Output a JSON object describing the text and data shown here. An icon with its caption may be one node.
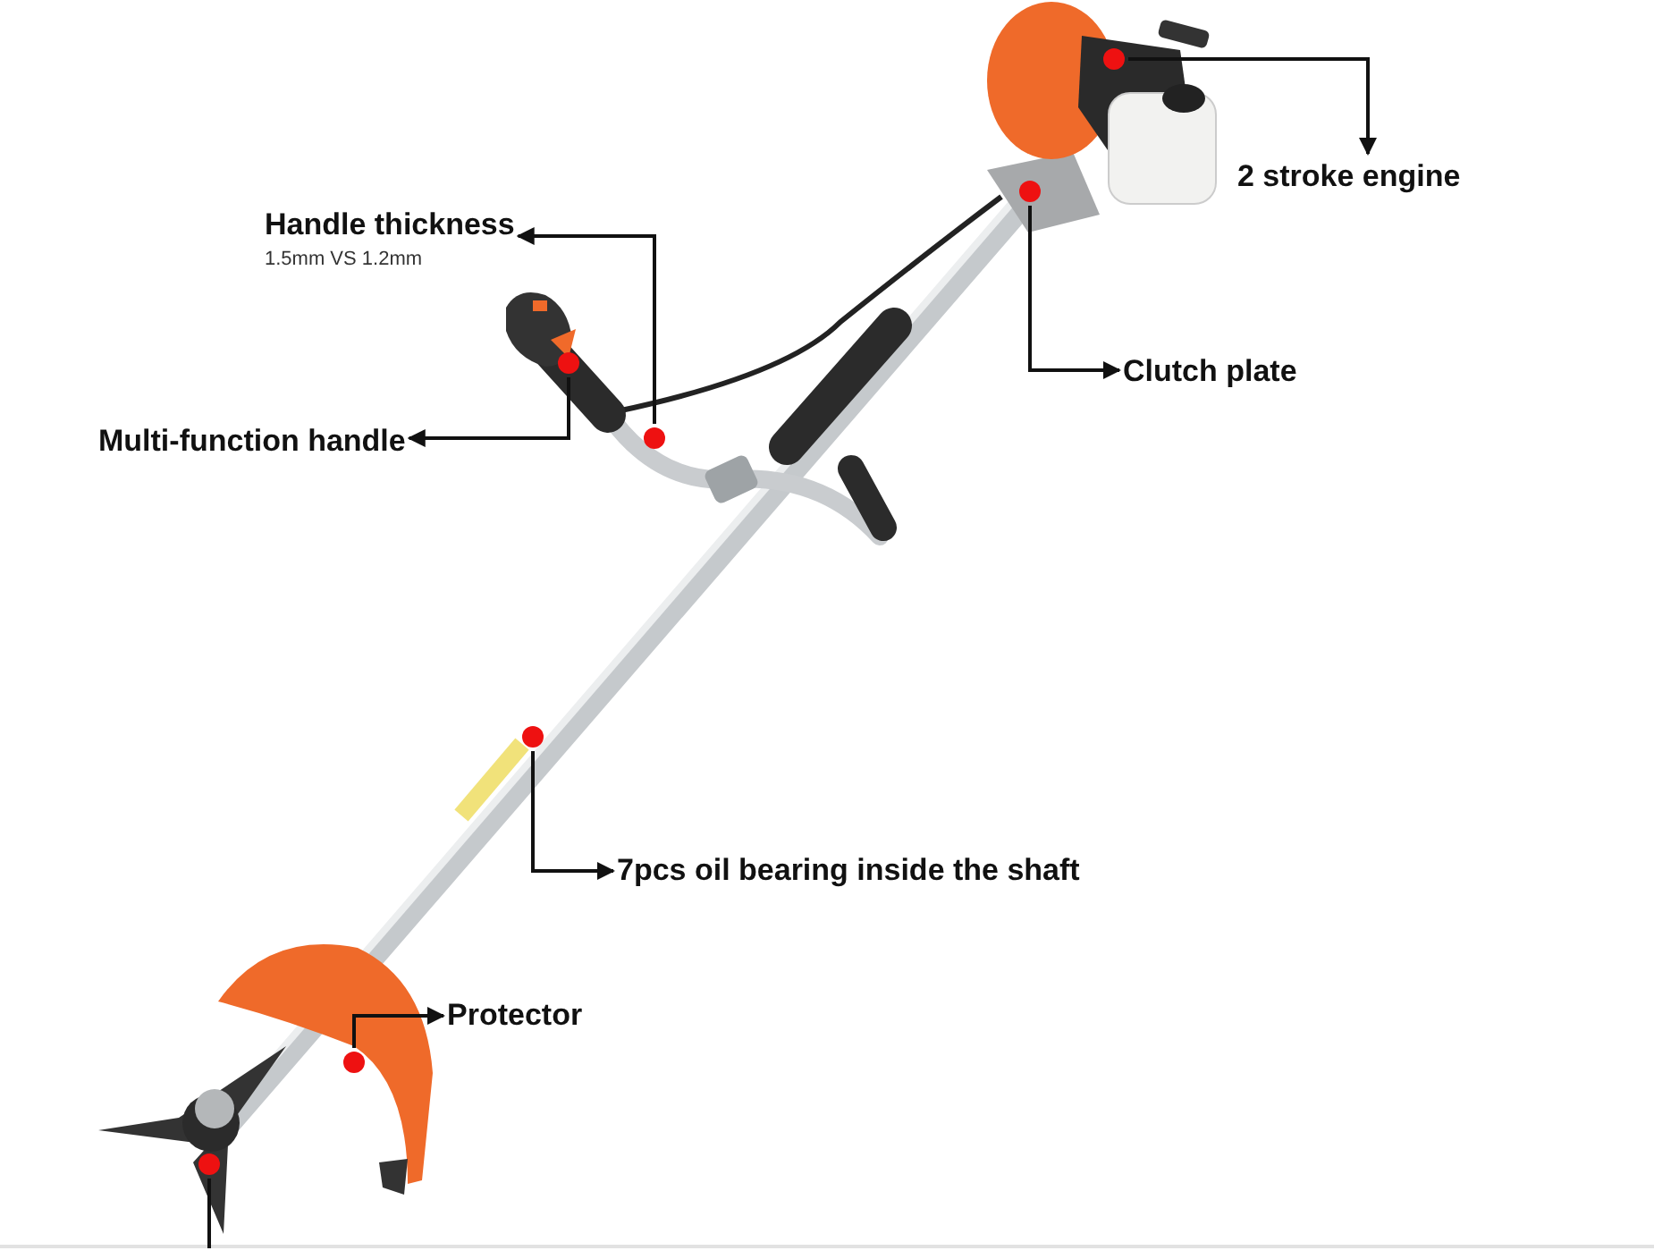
{
  "diagram": {
    "nodes": [
      {
        "text": [
          "2 stroke engine"
        ]
      },
      {
        "text": [],
        "shape": "circle"
      },
      {
        "text": [
          "Handle thickness",
          "1.5mm VS 1.2mm"
        ]
      },
      {
        "text": [],
        "shape": "circle"
      },
      {
        "text": [
          "Clutch plate"
        ]
      },
      {
        "text": [],
        "shape": "circle"
      },
      {
        "text": [
          "Multi-function handle"
        ]
      },
      {
        "text": [],
        "shape": "circle"
      },
      {
        "text": [
          "7pcs oil bearing inside the shaft"
        ]
      },
      {
        "text": [],
        "shape": "circle"
      },
      {
        "text": [
          "Protector"
        ]
      },
      {
        "text": [],
        "shape": "circle"
      },
      {
        "text": [],
        "shape": "circle"
      }
    ],
    "edges": [
      {
        "from": 1,
        "to": 0,
        "arrow": "to"
      },
      {
        "from": 3,
        "to": 2,
        "arrow": "to"
      },
      {
        "from": 5,
        "to": 4,
        "arrow": "to"
      },
      {
        "from": 7,
        "to": 6,
        "arrow": "to"
      },
      {
        "from": 9,
        "to": 8,
        "arrow": "to"
      },
      {
        "from": 11,
        "to": 10,
        "arrow": "to"
      },
      {
        "from": 12,
        "to": null,
        "arrow": "none"
      }
    ]
  }
}
